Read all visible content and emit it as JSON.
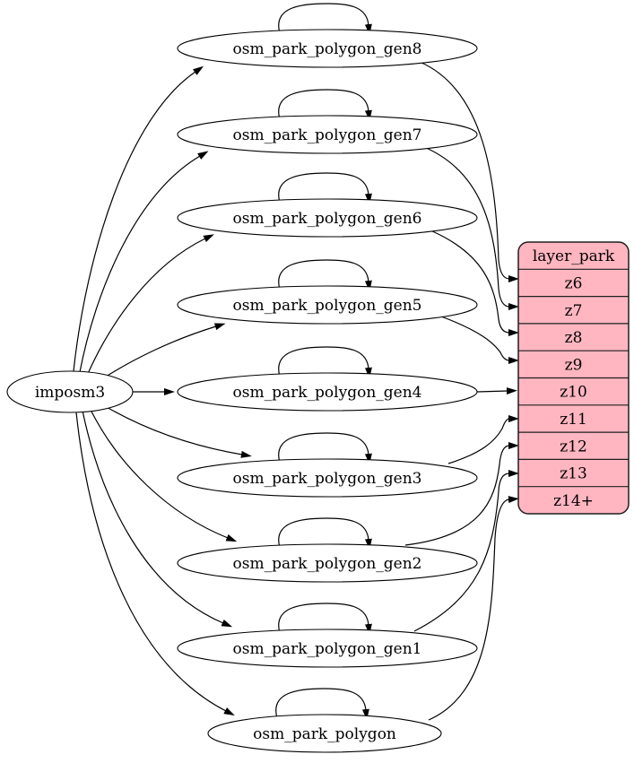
{
  "graph": {
    "source": {
      "label": "imposm3"
    },
    "tables": [
      {
        "label": "osm_park_polygon_gen8",
        "zoom_target": "z6",
        "self_loop": true
      },
      {
        "label": "osm_park_polygon_gen7",
        "zoom_target": "z7",
        "self_loop": true
      },
      {
        "label": "osm_park_polygon_gen6",
        "zoom_target": "z8",
        "self_loop": true
      },
      {
        "label": "osm_park_polygon_gen5",
        "zoom_target": "z9",
        "self_loop": true
      },
      {
        "label": "osm_park_polygon_gen4",
        "zoom_target": "z10",
        "self_loop": true
      },
      {
        "label": "osm_park_polygon_gen3",
        "zoom_target": "z11",
        "self_loop": true
      },
      {
        "label": "osm_park_polygon_gen2",
        "zoom_target": "z12",
        "self_loop": true
      },
      {
        "label": "osm_park_polygon_gen1",
        "zoom_target": "z13",
        "self_loop": true
      },
      {
        "label": "osm_park_polygon",
        "zoom_target": "z14+",
        "self_loop": true
      }
    ],
    "layer": {
      "title": "layer_park",
      "rows": [
        "z6",
        "z7",
        "z8",
        "z9",
        "z10",
        "z11",
        "z12",
        "z13",
        "z14+"
      ],
      "fill": "#ffb6c1",
      "stroke": "#1f1f1f"
    },
    "colors": {
      "background": "#ffffff",
      "node_fill": "#ffffff",
      "edge": "#000000"
    }
  }
}
